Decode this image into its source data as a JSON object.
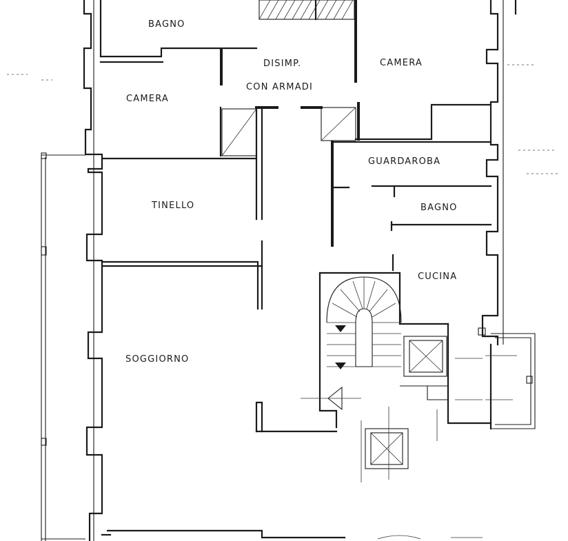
{
  "rooms": {
    "bagno_top": "BAGNO",
    "disimp": "DISIMP.",
    "con_armadi": "CON ARMADI",
    "camera_right": "CAMERA",
    "camera_left": "CAMERA",
    "guardaroba": "GUARDAROBA",
    "tinello": "TINELLO",
    "bagno_right": "BAGNO",
    "cucina": "CUCINA",
    "soggiorno": "SOGGIORNO"
  }
}
